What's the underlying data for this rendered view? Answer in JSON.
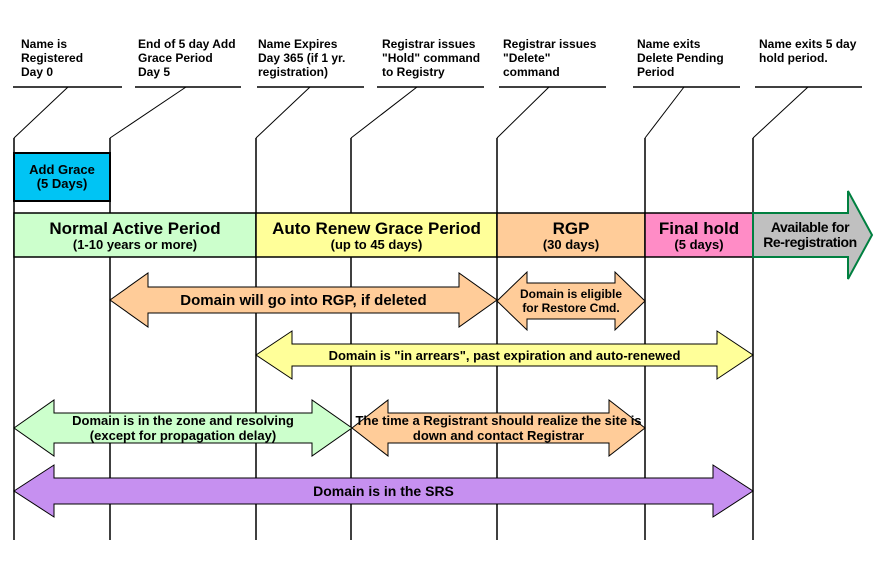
{
  "palette": {
    "add_grace_blue": "#00C4F4",
    "active_green": "#CCFFCC",
    "renew_yellow": "#FFFF99",
    "rgp_orange": "#FFCC99",
    "final_hold_pink": "#FF8CC6",
    "available_gray": "#C0C0C0",
    "available_border_green": "#008040",
    "srs_purple": "#C690F0",
    "line_black": "#000000"
  },
  "milestones": [
    {
      "text": "Name is\nRegistered\nDay 0"
    },
    {
      "text": "End of 5 day Add\nGrace Period\nDay 5"
    },
    {
      "text": "Name Expires\nDay 365 (if 1 yr.\nregistration)"
    },
    {
      "text": "Registrar issues\n\"Hold\" command\nto Registry"
    },
    {
      "text": "Registrar issues\n\"Delete\"\ncommand"
    },
    {
      "text": "Name exits\nDelete Pending\nPeriod"
    },
    {
      "text": "Name exits 5 day\nhold period."
    }
  ],
  "add_grace_box": {
    "title": "Add Grace",
    "subtitle": "(5 Days)"
  },
  "periods": [
    {
      "title": "Normal Active Period",
      "subtitle": "(1-10 years or more)"
    },
    {
      "title": "Auto Renew Grace Period",
      "subtitle": "(up to 45 days)"
    },
    {
      "title": "RGP",
      "subtitle": "(30 days)"
    },
    {
      "title": "Final hold",
      "subtitle": "(5 days)"
    }
  ],
  "available": {
    "text": "Available for\nRe-registration"
  },
  "spans": [
    {
      "text": "Domain will go into RGP, if deleted"
    },
    {
      "text": "Domain is eligible\nfor Restore Cmd."
    },
    {
      "text": "Domain is \"in arrears\", past expiration and auto-renewed"
    },
    {
      "text": "Domain is in the zone and resolving\n(except for propagation delay)"
    },
    {
      "text": "The time a Registrant should realize the site is\ndown and contact Registrar"
    },
    {
      "text": "Domain is in the SRS"
    }
  ]
}
